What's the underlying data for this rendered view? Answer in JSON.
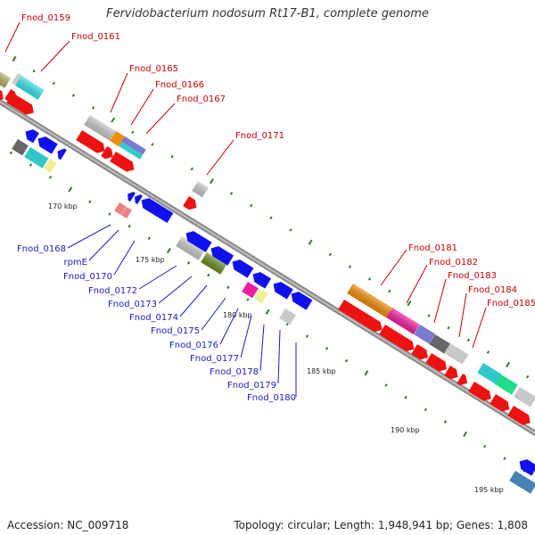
{
  "title": "Fervidobacterium nodosum Rt17-B1, complete genome",
  "accession": "Accession: NC_009718",
  "summary": "Topology: circular; Length: 1,948,941 bp; Genes: 1,808",
  "colors": {
    "backbone": "#8a8a8a",
    "tick": "#2e7d1e",
    "forward_label": "#cc0000",
    "reverse_label": "#1a1acc",
    "scale_label": "#222222"
  },
  "scale_labels": [
    "170 kbp",
    "175 kbp",
    "180 kbp",
    "185 kbp",
    "190 kbp",
    "195 kbp"
  ],
  "forward_labels": [
    "Fnod_0159",
    "Fnod_0161",
    "Fnod_0165",
    "Fnod_0166",
    "Fnod_0167",
    "Fnod_0171",
    "Fnod_0181",
    "Fnod_0182",
    "Fnod_0183",
    "Fnod_0184",
    "Fnod_0185"
  ],
  "reverse_labels": [
    "Fnod_0168",
    "rpmE",
    "Fnod_0170",
    "Fnod_0172",
    "Fnod_0173",
    "Fnod_0174",
    "Fnod_0175",
    "Fnod_0176",
    "Fnod_0177",
    "Fnod_0178",
    "Fnod_0179",
    "Fnod_0180"
  ]
}
